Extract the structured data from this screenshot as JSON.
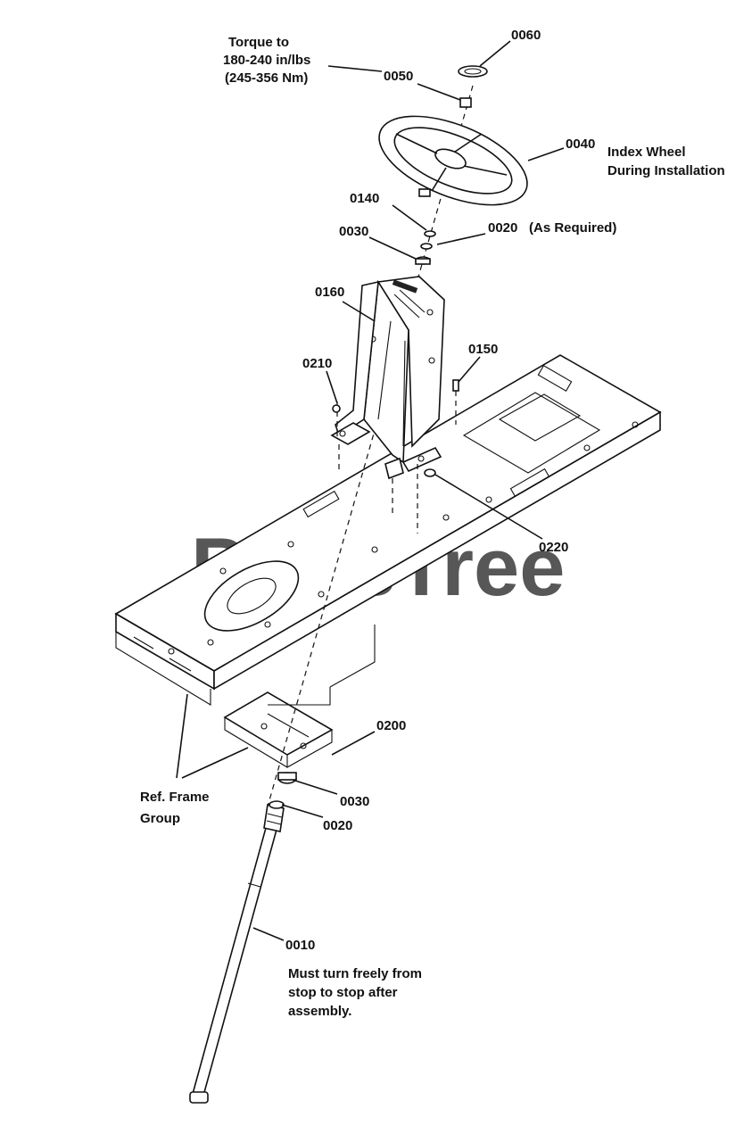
{
  "watermark": "PartsTree",
  "notes": {
    "torque": [
      "Torque to",
      "180-240 in/lbs",
      "(245-356 Nm)"
    ],
    "index_wheel": [
      "Index Wheel",
      "During Installation"
    ],
    "as_required": "(As Required)",
    "frame_group": [
      "Ref. Frame",
      "Group"
    ],
    "must_turn": [
      "Must turn freely from",
      "stop to stop after",
      "assembly."
    ]
  },
  "parts": {
    "p0060": "0060",
    "p0050": "0050",
    "p0040": "0040",
    "p0140": "0140",
    "p0020_top": "0020",
    "p0030_top": "0030",
    "p0160": "0160",
    "p0150": "0150",
    "p0210": "0210",
    "p0220": "0220",
    "p0200": "0200",
    "p0030_bottom": "0030",
    "p0020_bottom": "0020",
    "p0010": "0010"
  }
}
